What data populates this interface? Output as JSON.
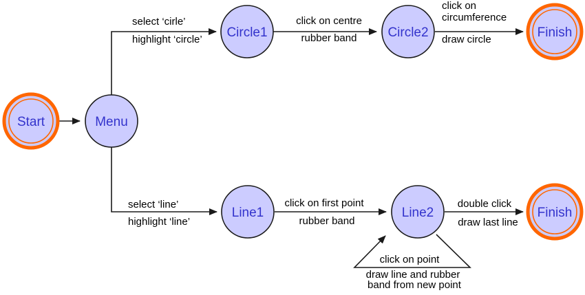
{
  "colors": {
    "background": "#ffffff",
    "node_fill": "#ccccff",
    "node_border": "#1a1a1a",
    "node_text": "#3333cc",
    "final_ring": "#ff6600",
    "edge": "#1a1a1a",
    "label": "#000000"
  },
  "nodes": {
    "start": "Start",
    "menu": "Menu",
    "circle1": "Circle1",
    "circle2": "Circle2",
    "finish_top": "Finish",
    "line1": "Line1",
    "line2": "Line2",
    "finish_bottom": "Finish"
  },
  "edges": {
    "menu_to_circle1": {
      "action": "select ‘cirle’",
      "result": "highlight ‘circle’"
    },
    "circle1_to_circle2": {
      "action": "click on centre",
      "result": "rubber band"
    },
    "circle2_to_finish": {
      "action_line1": "click on",
      "action_line2": "circumference",
      "result": "draw circle"
    },
    "menu_to_line1": {
      "action": "select ‘line’",
      "result": "highlight ‘line’"
    },
    "line1_to_line2": {
      "action": "click on first point",
      "result": "rubber band"
    },
    "line2_to_finish": {
      "action": "double click",
      "result": "draw last line"
    },
    "line2_self_loop": {
      "action": "click on point",
      "result_line1": "draw line and rubber",
      "result_line2": "band from new point"
    }
  }
}
